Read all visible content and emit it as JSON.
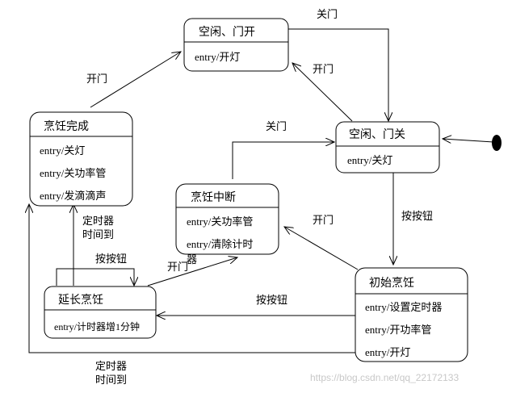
{
  "states": {
    "idle_open": {
      "name": "空闲、门开",
      "actions": [
        "entry/开灯"
      ]
    },
    "idle_closed": {
      "name": "空闲、门关",
      "actions": [
        "entry/关灯"
      ]
    },
    "done": {
      "name": "烹饪完成",
      "actions": [
        "entry/关灯",
        "entry/关功率管",
        "entry/发滴滴声"
      ]
    },
    "interrupt": {
      "name": "烹饪中断",
      "actions": [
        "entry/关功率管",
        "entry/清除计时"
      ],
      "overflow": "器"
    },
    "extended": {
      "name": "延长烹饪",
      "actions": [
        "entry/计时器增1分钟"
      ]
    },
    "initial": {
      "name": "初始烹饪",
      "actions": [
        "entry/设置定时器",
        "entry/开功率管",
        "entry/开灯"
      ]
    }
  },
  "transitions": {
    "close_top": "关门",
    "open_right": "开门",
    "open_left": "开门",
    "close_mid": "关门",
    "button_down": "按按钮",
    "open_initial": "开门",
    "button_extended": "按按钮",
    "button_self": "按按钮",
    "open_extended": "开门",
    "timer_extended": [
      "定时器",
      "时间到"
    ],
    "timer_initial": [
      "定时器",
      "时间到"
    ]
  },
  "watermark": "https://blog.csdn.net/qq_22172133"
}
